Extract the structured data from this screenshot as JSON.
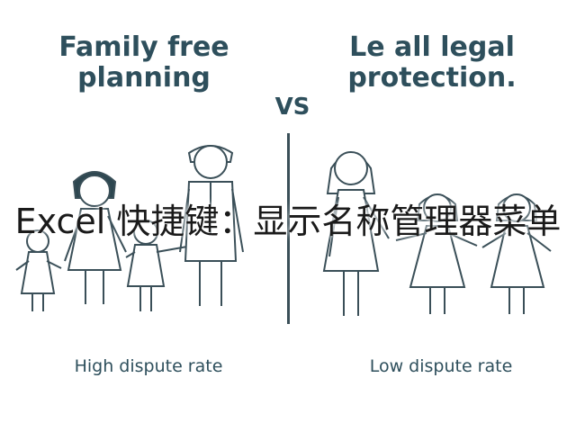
{
  "left_panel": {
    "title": "Family free\nplanning",
    "caption": "High dispute rate"
  },
  "right_panel": {
    "title": "Le all legal\nprotection.",
    "caption": "Low dispute rate"
  },
  "vs_label": "VS",
  "overlay": {
    "text": "Excel 快捷键：显示名称管理器菜单"
  },
  "colors": {
    "title_text": "#2e4f5c",
    "line_art": "#3a4f58",
    "hair": "#2d4750"
  }
}
